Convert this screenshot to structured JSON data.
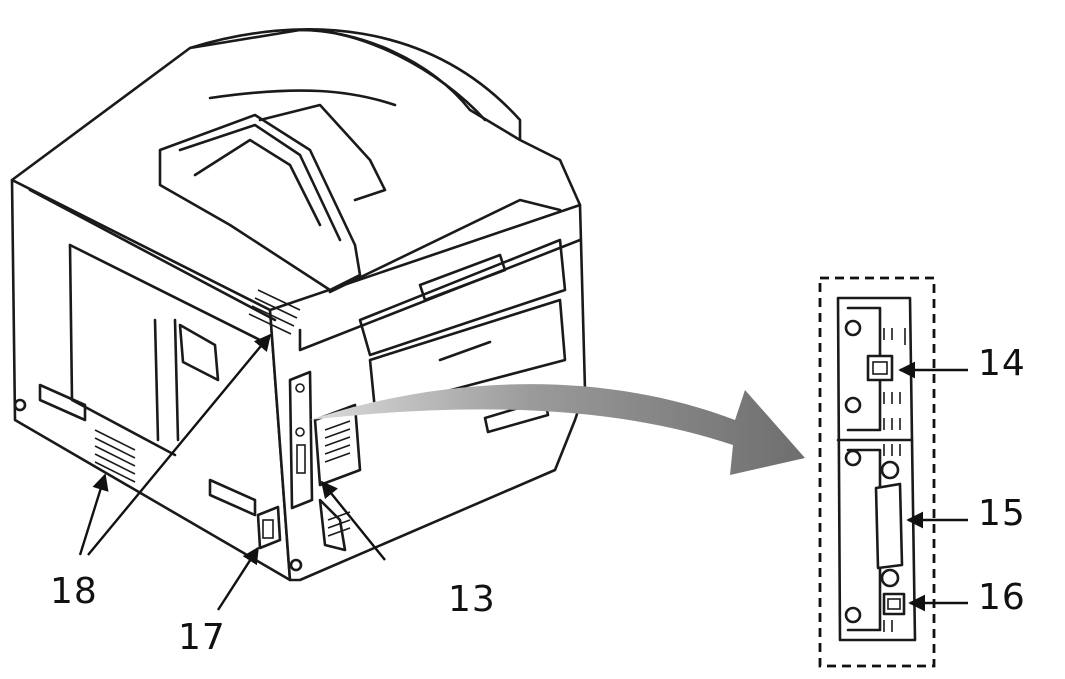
{
  "callouts": [
    {
      "id": "13",
      "label": "13"
    },
    {
      "id": "14",
      "label": "14"
    },
    {
      "id": "15",
      "label": "15"
    },
    {
      "id": "16",
      "label": "16"
    },
    {
      "id": "17",
      "label": "17"
    },
    {
      "id": "18",
      "label": "18"
    }
  ],
  "colors": {
    "line": "#1a1a1a",
    "arrow_fill": "#7a7a7a",
    "background": "#ffffff"
  }
}
